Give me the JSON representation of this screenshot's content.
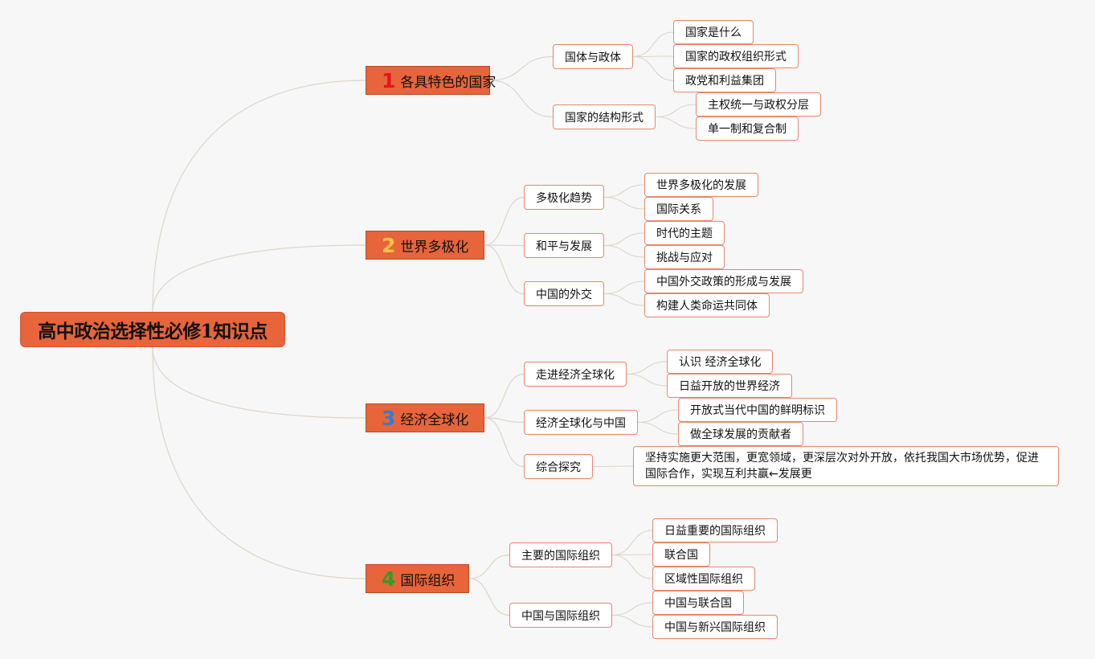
{
  "root": {
    "label": "高中政治选择性必修1知识点"
  },
  "branches": [
    {
      "num": "1",
      "num_color": "#e0161e",
      "label": "各具特色的国家",
      "children": [
        {
          "label": "国体与政体",
          "children": [
            "国家是什么",
            "国家的政权组织形式",
            "政党和利益集团"
          ]
        },
        {
          "label": "国家的结构形式",
          "children": [
            "主权统一与政权分层",
            "单一制和复合制"
          ]
        }
      ]
    },
    {
      "num": "2",
      "num_color": "#f5c542",
      "label": "世界多极化",
      "children": [
        {
          "label": "多极化趋势",
          "children": [
            "世界多极化的发展",
            "国际关系"
          ]
        },
        {
          "label": "和平与发展",
          "children": [
            "时代的主题",
            "挑战与应对"
          ]
        },
        {
          "label": "中国的外交",
          "children": [
            "中国外交政策的形成与发展",
            "构建人类命运共同体"
          ]
        }
      ]
    },
    {
      "num": "3",
      "num_color": "#2f7fd0",
      "label": "经济全球化",
      "children": [
        {
          "label": "走进经济全球化",
          "children": [
            "认识 经济全球化",
            "日益开放的世界经济"
          ]
        },
        {
          "label": "经济全球化与中国",
          "children": [
            "开放式当代中国的鲜明标识",
            "做全球发展的贡献者"
          ]
        },
        {
          "label": "综合探究",
          "children": [
            "坚持实施更大范围，更宽领域，更深层次对外开放，依托我国大市场优势，促进国际合作，实现互利共赢←发展更"
          ]
        }
      ]
    },
    {
      "num": "4",
      "num_color": "#2e9e2a",
      "label": "国际组织",
      "children": [
        {
          "label": "主要的国际组织",
          "children": [
            "日益重要的国际组织",
            "联合国",
            "区域性国际组织"
          ]
        },
        {
          "label": "中国与国际组织",
          "children": [
            "中国与联合国",
            "中国与新兴国际组织"
          ]
        }
      ]
    }
  ]
}
